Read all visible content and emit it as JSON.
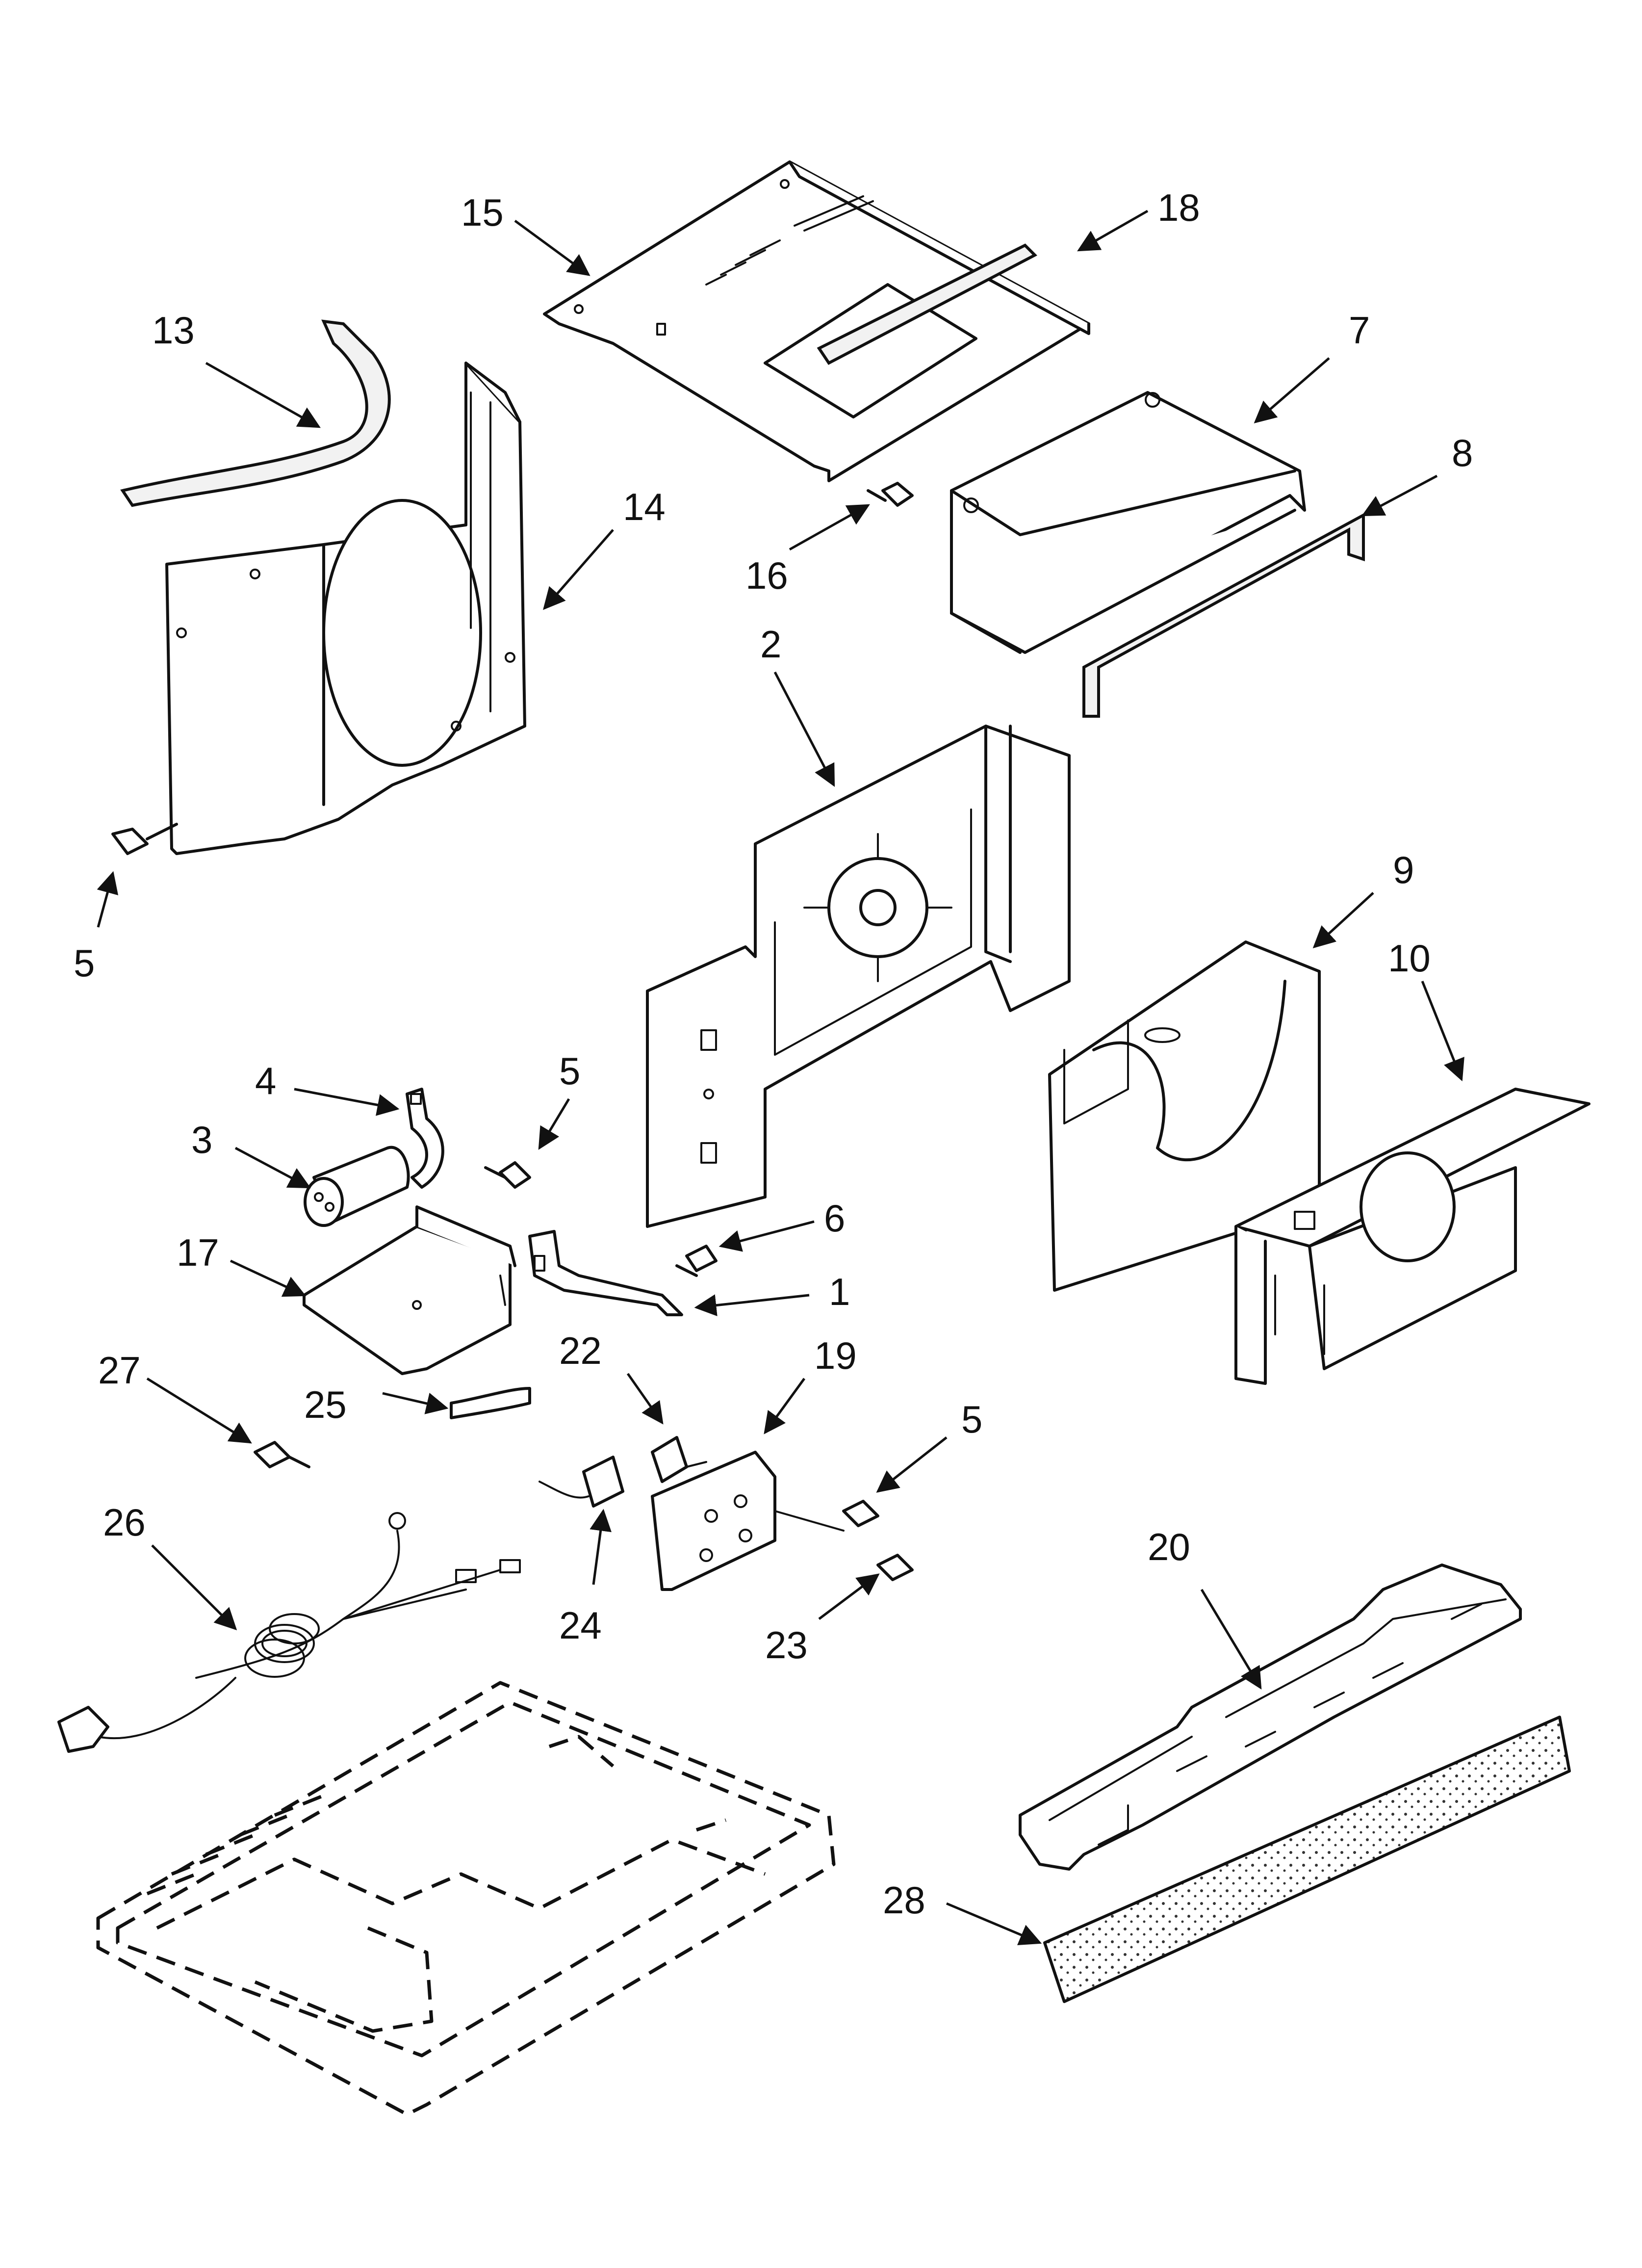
{
  "callouts": [
    {
      "id": "c15",
      "label": "15"
    },
    {
      "id": "c18",
      "label": "18"
    },
    {
      "id": "c13",
      "label": "13"
    },
    {
      "id": "c7",
      "label": "7"
    },
    {
      "id": "c8",
      "label": "8"
    },
    {
      "id": "c14",
      "label": "14"
    },
    {
      "id": "c16",
      "label": "16"
    },
    {
      "id": "c2",
      "label": "2"
    },
    {
      "id": "c5a",
      "label": "5"
    },
    {
      "id": "c9",
      "label": "9"
    },
    {
      "id": "c10",
      "label": "10"
    },
    {
      "id": "c5b",
      "label": "5"
    },
    {
      "id": "c4",
      "label": "4"
    },
    {
      "id": "c3",
      "label": "3"
    },
    {
      "id": "c6",
      "label": "6"
    },
    {
      "id": "c17",
      "label": "17"
    },
    {
      "id": "c1",
      "label": "1"
    },
    {
      "id": "c22",
      "label": "22"
    },
    {
      "id": "c19",
      "label": "19"
    },
    {
      "id": "c27",
      "label": "27"
    },
    {
      "id": "c25",
      "label": "25"
    },
    {
      "id": "c5c",
      "label": "5"
    },
    {
      "id": "c26",
      "label": "26"
    },
    {
      "id": "c24",
      "label": "24"
    },
    {
      "id": "c23",
      "label": "23"
    },
    {
      "id": "c20",
      "label": "20"
    },
    {
      "id": "c28",
      "label": "28"
    }
  ]
}
